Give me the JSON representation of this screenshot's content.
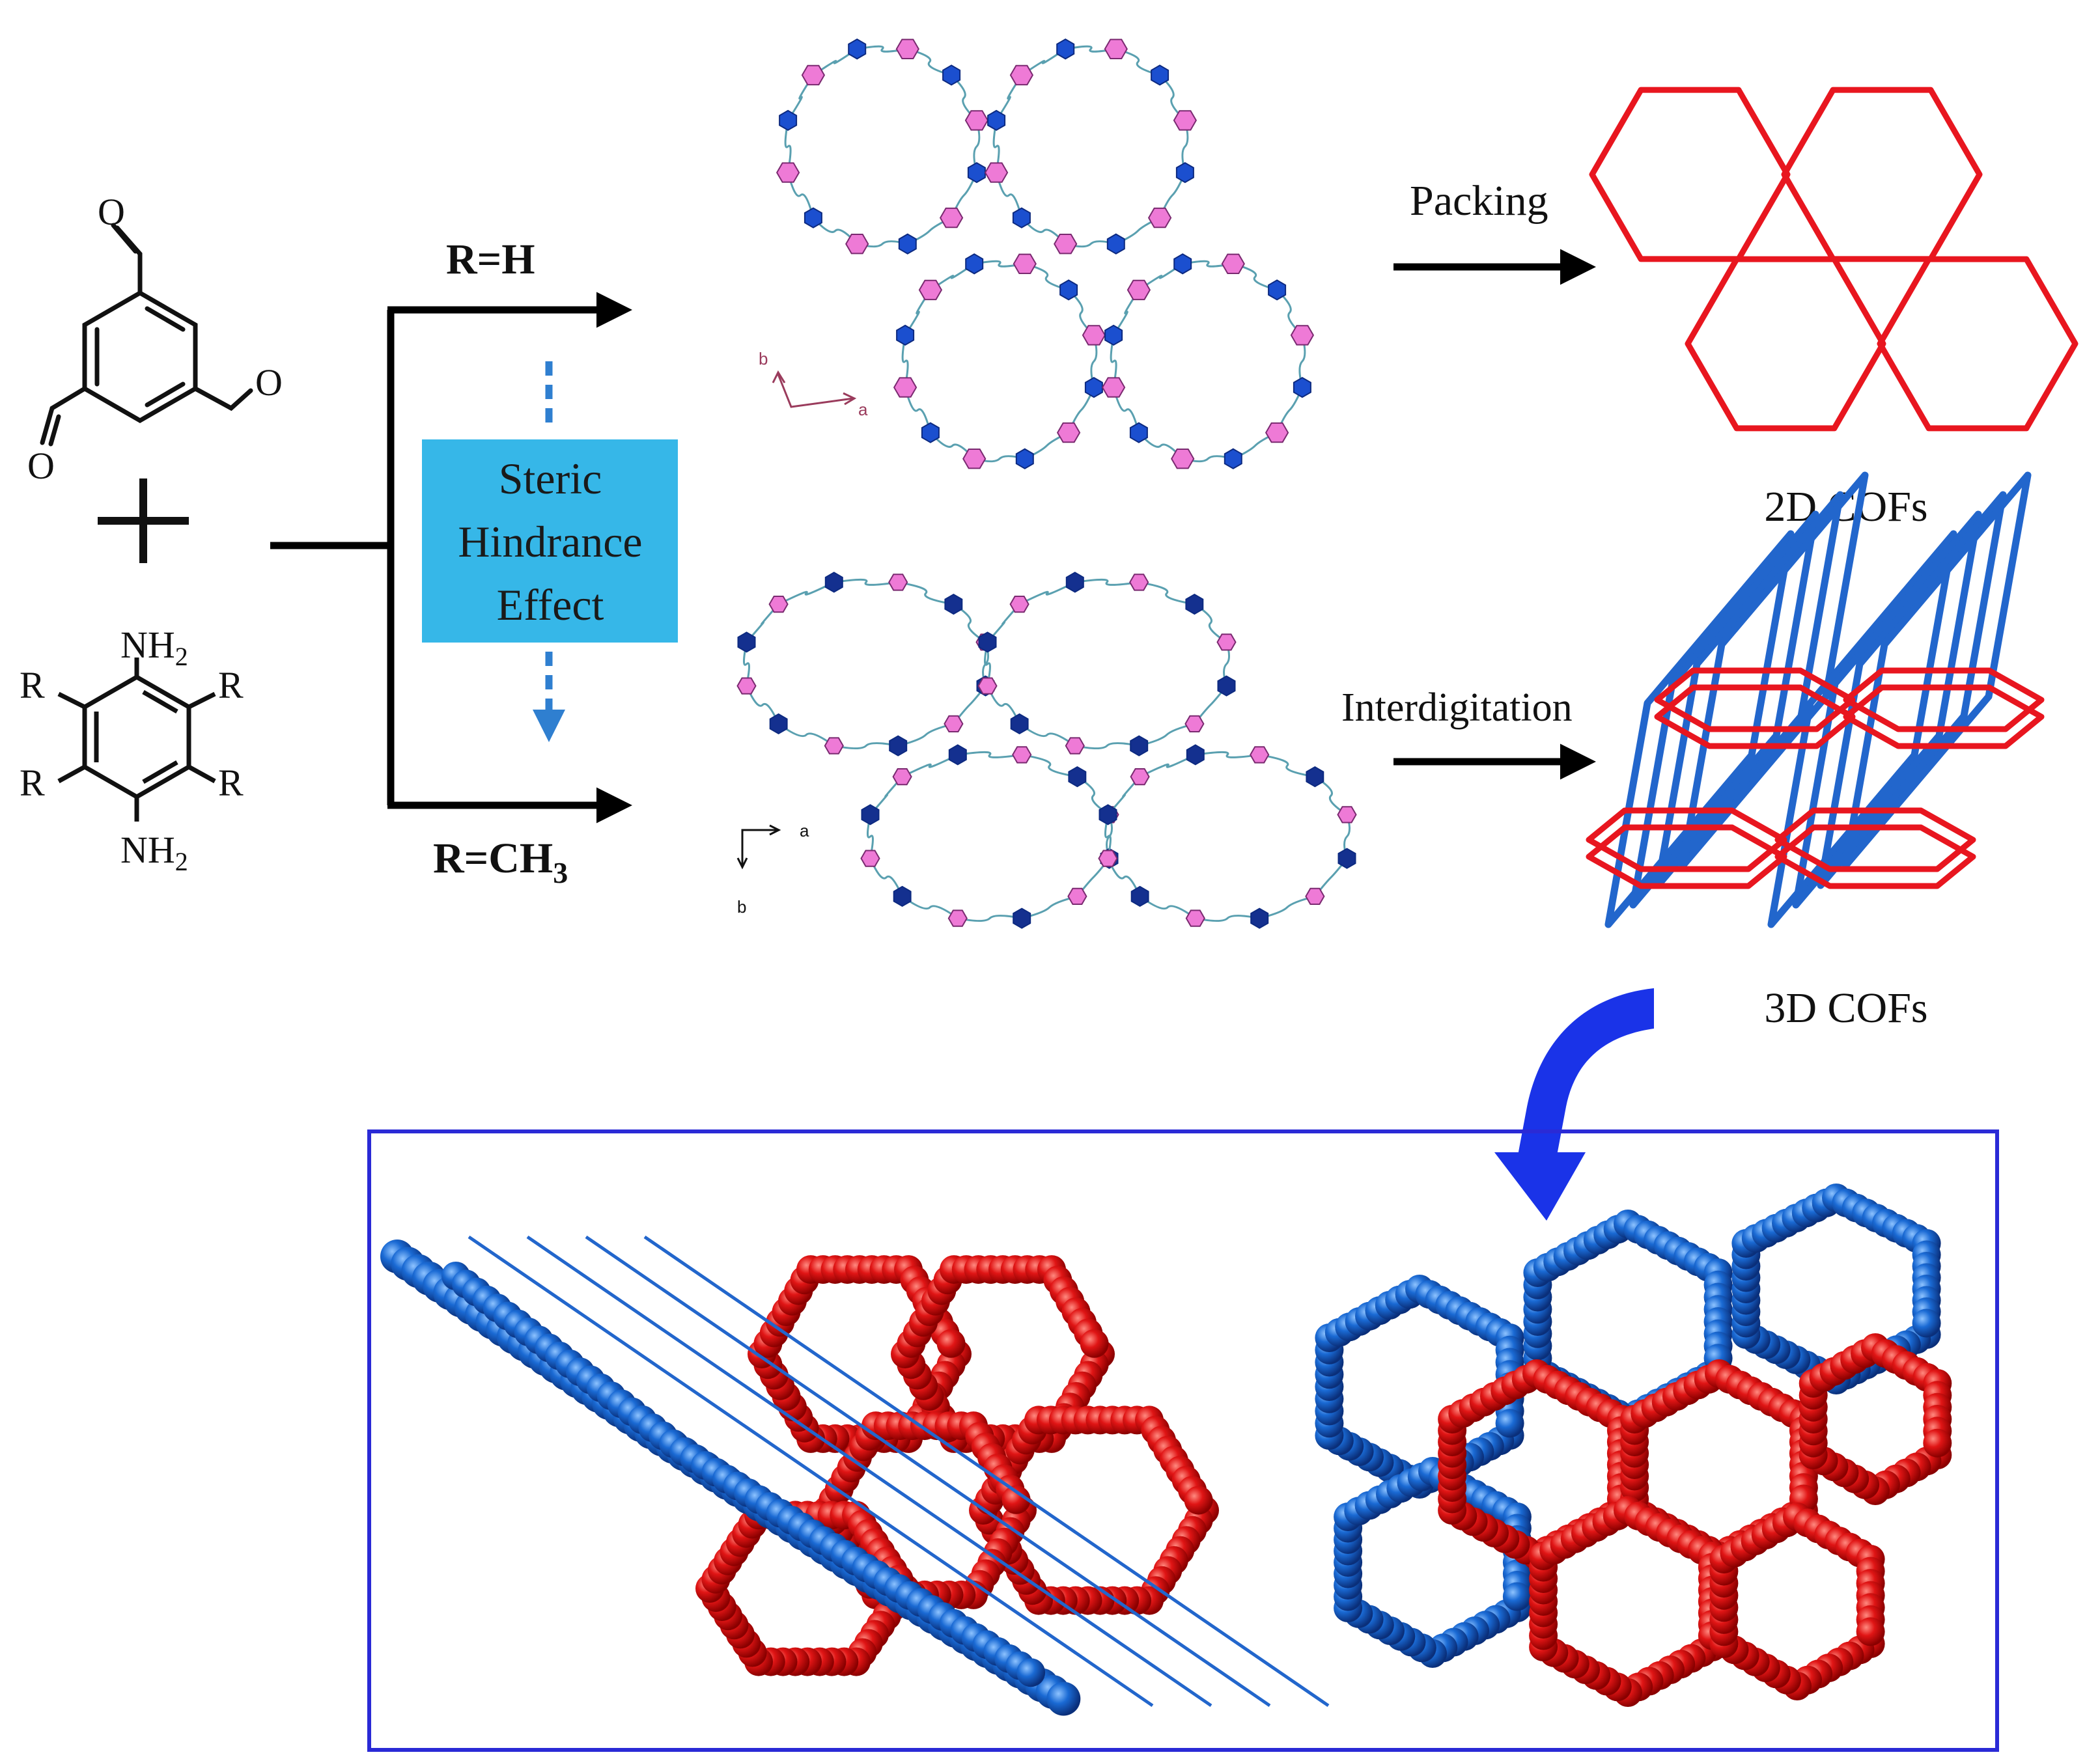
{
  "reactants": {
    "aldehyde_atom": "O",
    "plus": "+",
    "amine_group": "NH",
    "amine_subscript": "2",
    "substituent": "R"
  },
  "conditions": {
    "upper": "R=H",
    "lower_main": "R=CH",
    "lower_subscript": "3",
    "steric_line1": "Steric",
    "steric_line2": "Hindrance",
    "steric_line3": "Effect"
  },
  "processes": {
    "packing": "Packing",
    "interdigitation": "Interdigitation"
  },
  "results": {
    "cof_2d": "2D COFs",
    "cof_3d": "3D COFs"
  },
  "axes": {
    "top": {
      "a": "a",
      "b": "b"
    },
    "bottom": {
      "a": "a",
      "b": "b"
    }
  },
  "colors": {
    "red_net": "#e8161f",
    "blue_net": "#2266cc",
    "node_blue": "#1b4fcf",
    "node_pink": "#ee7ad6",
    "steric_box": "#36b7e8",
    "dashed_arrow": "#2f7fd0",
    "curved_arrow": "#1a33e8",
    "frame": "#2a2ad6",
    "sphere_red": "#e01515",
    "sphere_blue": "#1a6ad4"
  }
}
